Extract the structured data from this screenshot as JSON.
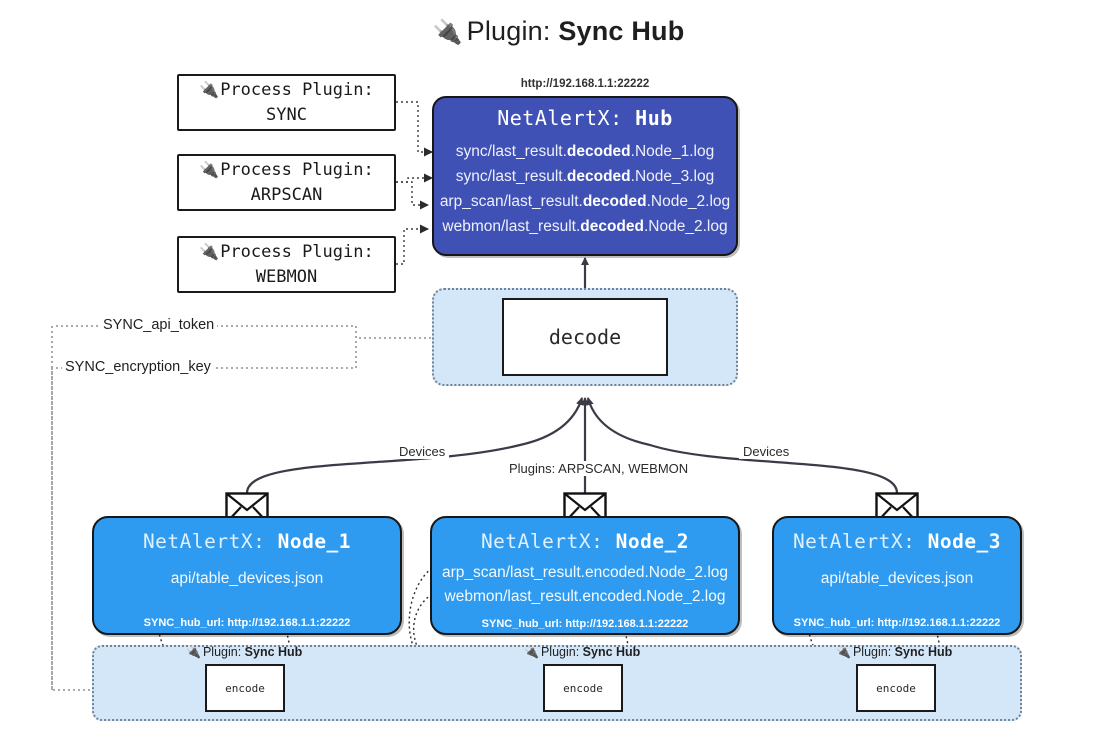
{
  "title": {
    "icon": "plug-icon",
    "prefix": "Plugin:",
    "name": "Sync Hub"
  },
  "process_plugins": [
    {
      "icon": "plug-icon",
      "line1": "Process Plugin:",
      "line2": "SYNC"
    },
    {
      "icon": "plug-icon",
      "line1": "Process Plugin:",
      "line2": "ARPSCAN"
    },
    {
      "icon": "plug-icon",
      "line1": "Process Plugin:",
      "line2": "WEBMON"
    }
  ],
  "hub": {
    "url": "http://192.168.1.1:22222",
    "title_prefix": "NetAlertX:",
    "title_name": "Hub",
    "logs": [
      {
        "pre": "sync/last_result.",
        "em": "decoded",
        "post": ".Node_1.log"
      },
      {
        "pre": "sync/last_result.",
        "em": "decoded",
        "post": ".Node_3.log"
      },
      {
        "pre": "arp_scan/last_result.",
        "em": "decoded",
        "post": ".Node_2.log"
      },
      {
        "pre": "webmon/last_result.",
        "em": "decoded",
        "post": ".Node_2.log"
      }
    ]
  },
  "decode": {
    "box_label": "decode"
  },
  "config_labels": {
    "api_token": "SYNC_api_token",
    "encryption_key": "SYNC_encryption_key"
  },
  "edge_labels": {
    "devices_left": "Devices",
    "devices_right": "Devices",
    "plugins_center": "Plugins: ARPSCAN, WEBMON"
  },
  "nodes": [
    {
      "icon": "envelope-icon",
      "title_prefix": "NetAlertX:",
      "title_name": "Node_1",
      "lines": [
        "api/table_devices.json"
      ],
      "footer": "SYNC_hub_url: http://192.168.1.1:22222",
      "plugin_label_prefix": "Plugin:",
      "plugin_label_name": "Sync Hub",
      "encode_label": "encode"
    },
    {
      "icon": "envelope-icon",
      "title_prefix": "NetAlertX:",
      "title_name": "Node_2",
      "lines": [
        "arp_scan/last_result.encoded.Node_2.log",
        "webmon/last_result.encoded.Node_2.log"
      ],
      "footer": "SYNC_hub_url: http://192.168.1.1:22222",
      "plugin_label_prefix": "Plugin:",
      "plugin_label_name": "Sync Hub",
      "encode_label": "encode"
    },
    {
      "icon": "envelope-icon",
      "title_prefix": "NetAlertX:",
      "title_name": "Node_3",
      "lines": [
        "api/table_devices.json"
      ],
      "footer": "SYNC_hub_url: http://192.168.1.1:22222",
      "plugin_label_prefix": "Plugin:",
      "plugin_label_name": "Sync Hub",
      "encode_label": "encode"
    }
  ],
  "colors": {
    "hub_fill": "#4051b5",
    "node_fill": "#2e9bf0",
    "container_fill": "#d4e7f8",
    "container_border": "#6f8296",
    "stroke": "#171717"
  }
}
